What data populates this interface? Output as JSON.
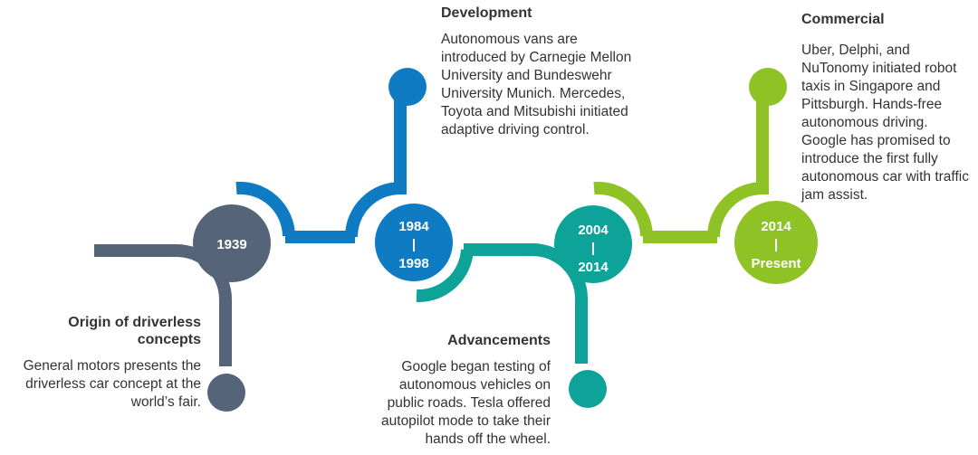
{
  "colors": {
    "stage1": "#556478",
    "stage2": "#0e7bc3",
    "stage3": "#0ea399",
    "stage4": "#8fc325"
  },
  "stages": [
    {
      "id": "1939",
      "node_lines": [
        "1939"
      ],
      "title": "Origin of driverless concepts",
      "text": "General motors presents the driverless car concept at the world’s fair."
    },
    {
      "id": "1984-1998",
      "node_lines": [
        "1984",
        "|",
        "1998"
      ],
      "title": "Development",
      "text": "Autonomous vans are introduced by Carnegie Mellon University and Bundeswehr University Munich. Mercedes, Toyota and Mitsubishi initiated adaptive driving control."
    },
    {
      "id": "2004-2014",
      "node_lines": [
        "2004",
        "|",
        "2014"
      ],
      "title": "Advancements",
      "text": "Google began testing of autonomous vehicles on public roads. Tesla offered autopilot mode to take their hands off the wheel."
    },
    {
      "id": "2014-present",
      "node_lines": [
        "2014",
        "|",
        "Present"
      ],
      "title": "Commercial",
      "text": "Uber, Delphi, and NuTonomy initiated robot taxis in Singapore and Pittsburgh. Hands-free autonomous driving. Google has promised to introduce the first fully autonomous car with traffic jam assist."
    }
  ]
}
